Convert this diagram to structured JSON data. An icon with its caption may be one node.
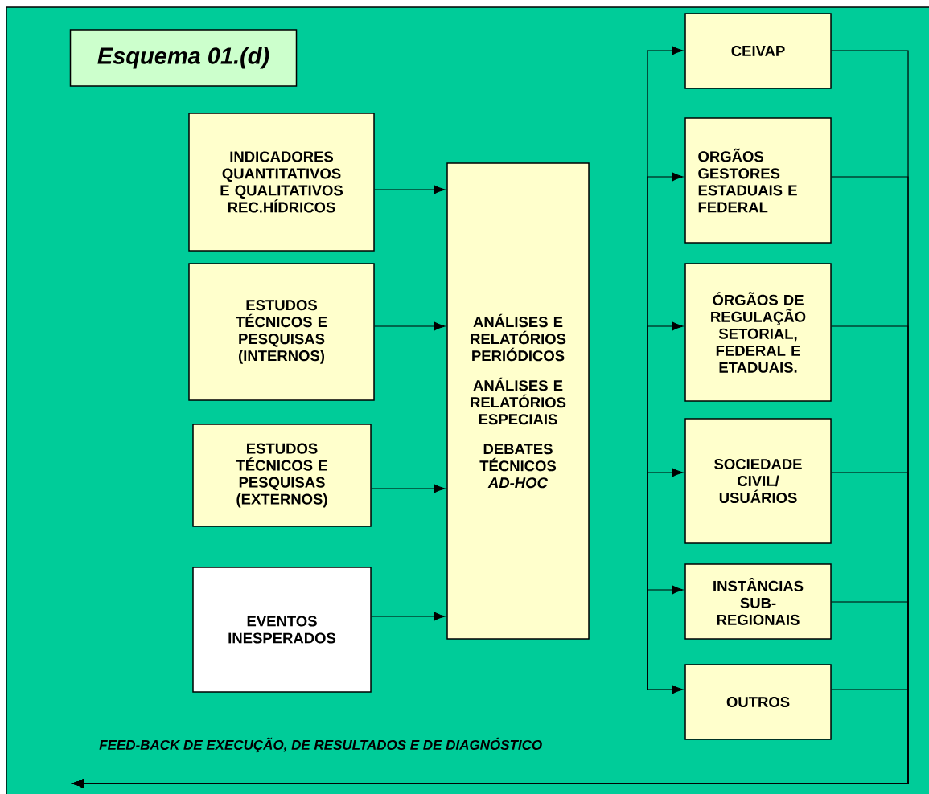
{
  "diagram": {
    "title": "Esquema 01.(d)",
    "nodes": [
      {
        "text": [
          "INDICADORES QUANTITATIVOS E QUALITATIVOS REC.HÍDRICOS"
        ]
      },
      {
        "text": [
          "ESTUDOS TÉCNICOS E PESQUISAS (INTERNOS)"
        ]
      },
      {
        "text": [
          "ESTUDOS TÉCNICOS E PESQUISAS (EXTERNOS)"
        ]
      },
      {
        "text": [
          "EVENTOS INESPERADOS"
        ]
      },
      {
        "text": [
          "ANÁLISES E RELATÓRIOS PERIÓDICOS",
          "ANÁLISES E RELATÓRIOS ESPECIAIS",
          "DEBATES TÉCNICOS *AD-HOC*"
        ]
      },
      {
        "text": [
          "CEIVAP"
        ]
      },
      {
        "text": [
          "ORGÃOS GESTORES ESTADUAIS E FEDERAL"
        ]
      },
      {
        "text": [
          "ÓRGÃOS DE REGULAÇÃO SETORIAL, FEDERAL E ETADUAIS."
        ]
      },
      {
        "text": [
          "SOCIEDADE CIVIL/ USUÁRIOS"
        ]
      },
      {
        "text": [
          "INSTÂNCIAS SUB- REGIONAIS"
        ]
      },
      {
        "text": [
          "OUTROS"
        ]
      }
    ],
    "edges": [
      {
        "from": 0,
        "to": 4,
        "arrow": "to"
      },
      {
        "from": 1,
        "to": 4,
        "arrow": "to"
      },
      {
        "from": 2,
        "to": 4,
        "arrow": "to"
      },
      {
        "from": 3,
        "to": 4,
        "arrow": "to"
      },
      {
        "from": null,
        "to": 5,
        "arrow": "to"
      },
      {
        "from": null,
        "to": 6,
        "arrow": "to"
      },
      {
        "from": null,
        "to": 7,
        "arrow": "to"
      },
      {
        "from": null,
        "to": 8,
        "arrow": "to"
      },
      {
        "from": null,
        "to": 9,
        "arrow": "to"
      },
      {
        "from": null,
        "to": 10,
        "arrow": "to"
      },
      {
        "from": 5,
        "to": null,
        "arrow": "to"
      },
      {
        "from": 6,
        "to": null,
        "arrow": "to"
      },
      {
        "from": 7,
        "to": null,
        "arrow": "to"
      },
      {
        "from": 8,
        "to": null,
        "arrow": "to"
      },
      {
        "from": 9,
        "to": null,
        "arrow": "to"
      },
      {
        "from": 10,
        "to": null,
        "arrow": "to"
      }
    ],
    "labels": [
      "FEED-BACK DE EXECUÇÃO, DE RESULTADOS E DE DIAGNÓSTICO"
    ]
  }
}
